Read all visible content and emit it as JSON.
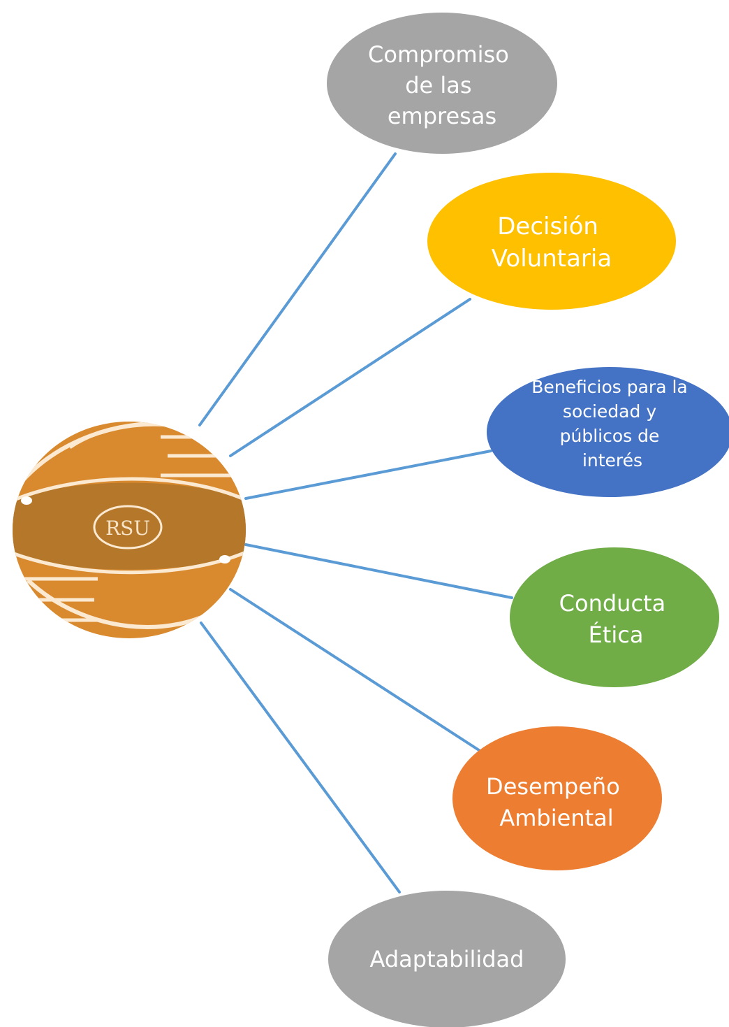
{
  "hub": {
    "logo_text": "RSU",
    "fill_color": "#d98a2f",
    "band_color": "#b5782a",
    "line_color": "#fbe9d2"
  },
  "connector_color": "#5b9bd5",
  "nodes": [
    {
      "id": "compromiso",
      "lines": [
        "Compromiso",
        "de las",
        "empresas"
      ],
      "color": "#a5a5a5"
    },
    {
      "id": "decision",
      "lines": [
        "Decisión",
        "Voluntaria"
      ],
      "color": "#ffc000"
    },
    {
      "id": "beneficios",
      "lines": [
        "Beneficios para la",
        "sociedad y",
        "públicos de",
        "interés"
      ],
      "color": "#4472c4"
    },
    {
      "id": "conducta",
      "lines": [
        "Conducta",
        "Ética"
      ],
      "color": "#70ad47"
    },
    {
      "id": "desempeno",
      "lines": [
        "Desempeño",
        "Ambiental"
      ],
      "color": "#ed7d31"
    },
    {
      "id": "adaptabilidad",
      "lines": [
        "Adaptabilidad"
      ],
      "color": "#a5a5a5"
    }
  ]
}
